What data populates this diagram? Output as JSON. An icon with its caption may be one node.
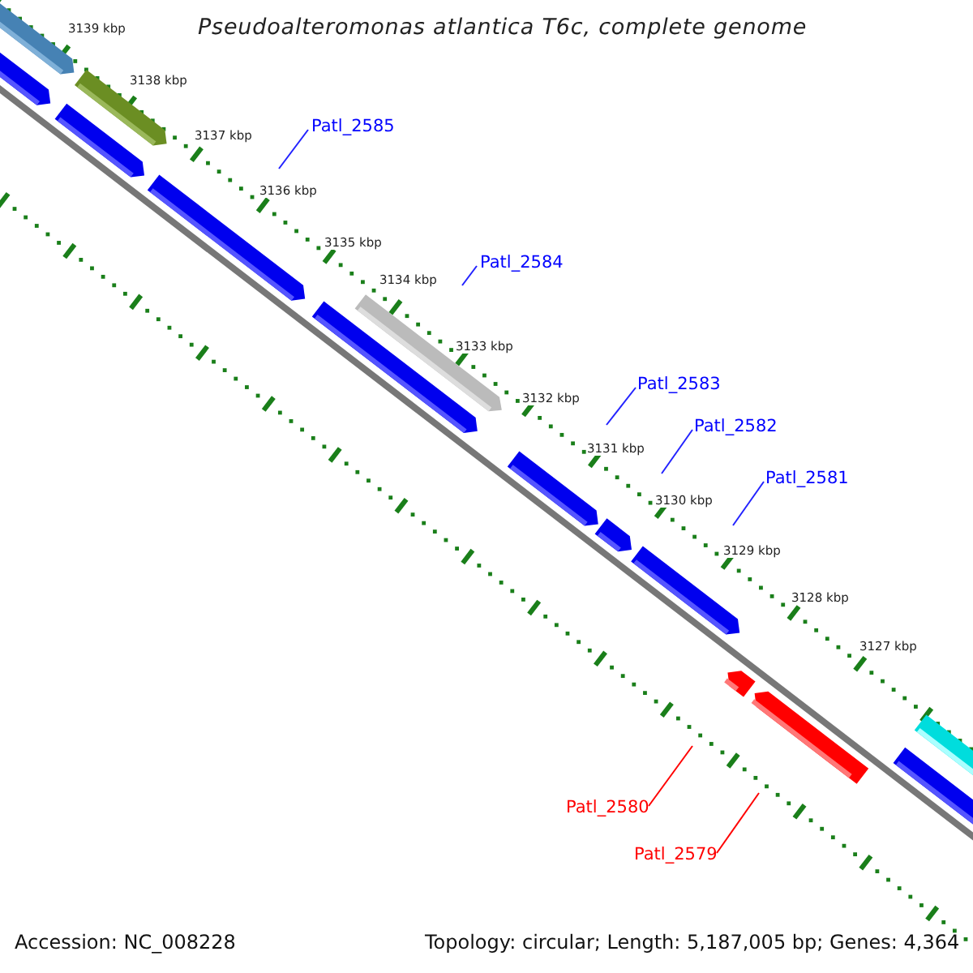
{
  "diagram": {
    "title": "Pseudoalteromonas atlantica T6c, complete genome",
    "nodes": [
      {
        "text": [
          "Patl_2585"
        ]
      },
      {
        "text": [
          "Patl_2584"
        ]
      },
      {
        "text": [
          "Patl_2583"
        ]
      },
      {
        "text": [
          "Patl_2582"
        ]
      },
      {
        "text": [
          "Patl_2581"
        ]
      },
      {
        "text": [
          "Patl_2580"
        ]
      },
      {
        "text": [
          "Patl_2579"
        ]
      }
    ],
    "edges": [
      {
        "from": 0,
        "to": null,
        "arrow": "none"
      },
      {
        "from": 1,
        "to": null,
        "arrow": "none"
      },
      {
        "from": 2,
        "to": null,
        "arrow": "none"
      },
      {
        "from": 3,
        "to": null,
        "arrow": "none"
      },
      {
        "from": 4,
        "to": null,
        "arrow": "none"
      },
      {
        "from": 5,
        "to": null,
        "arrow": "none",
        "color": "#ff0000"
      },
      {
        "from": 6,
        "to": null,
        "arrow": "none",
        "color": "#ff0000"
      }
    ],
    "labels": [
      "3139 kbp",
      "3138 kbp",
      "3137 kbp",
      "3136 kbp",
      "3135 kbp",
      "3134 kbp",
      "3133 kbp",
      "3132 kbp",
      "3131 kbp",
      "3130 kbp",
      "3129 kbp",
      "3128 kbp",
      "3127 kbp",
      "Accession: NC_008228",
      "Topology: circular; Length: 5,187,005 bp; Genes: 4,364"
    ]
  }
}
